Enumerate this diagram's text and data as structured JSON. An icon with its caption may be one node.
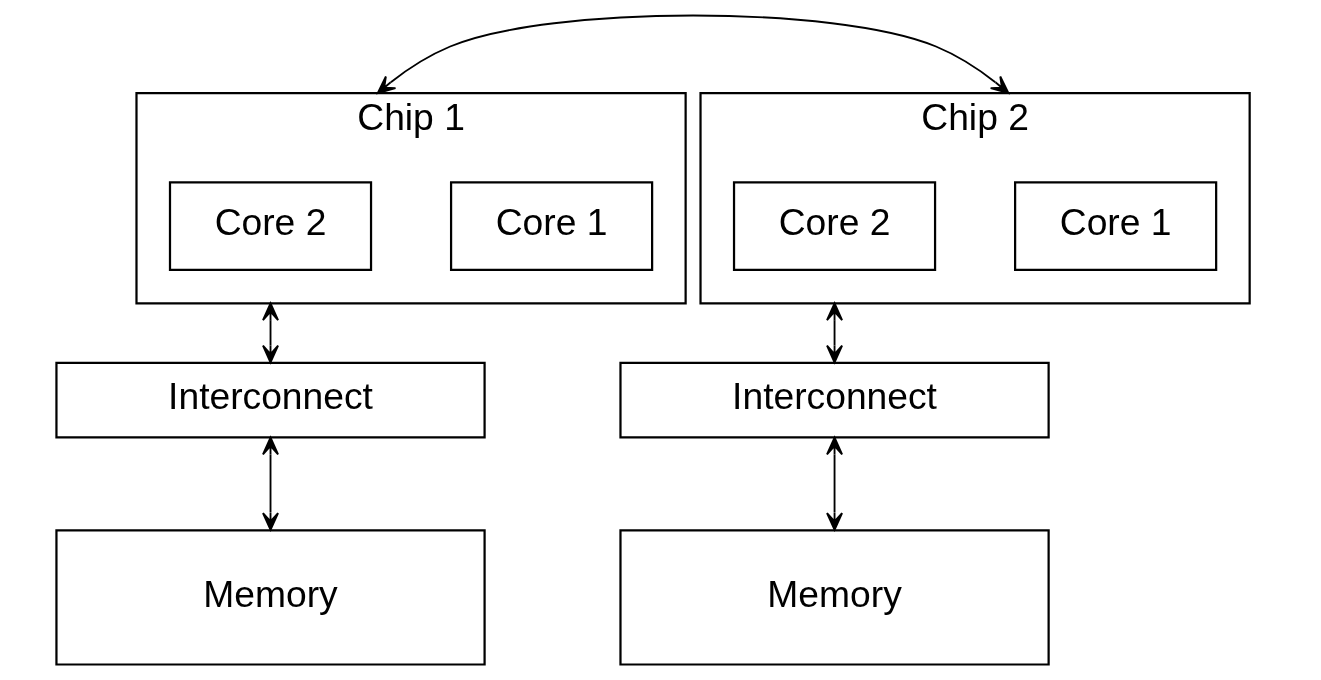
{
  "diagram": {
    "nodes": [
      {
        "text": [
          "Chip 1"
        ]
      },
      {
        "text": [
          "Core 1"
        ],
        "in": 0
      },
      {
        "text": [
          "Core 2"
        ],
        "in": 0
      },
      {
        "text": [
          "Chip 2"
        ]
      },
      {
        "text": [
          "Core 1"
        ],
        "in": 3
      },
      {
        "text": [
          "Core 2"
        ],
        "in": 3
      },
      {
        "text": [
          "Interconnect"
        ]
      },
      {
        "text": [
          "Interconnect"
        ]
      },
      {
        "text": [
          "Memory"
        ]
      },
      {
        "text": [
          "Memory"
        ]
      }
    ],
    "edges": [
      {
        "from": 0,
        "to": 3,
        "arrow": "both"
      },
      {
        "from": 0,
        "to": 6,
        "arrow": "both"
      },
      {
        "from": 6,
        "to": 8,
        "arrow": "both"
      },
      {
        "from": 3,
        "to": 7,
        "arrow": "both"
      },
      {
        "from": 7,
        "to": 9,
        "arrow": "both"
      }
    ]
  }
}
